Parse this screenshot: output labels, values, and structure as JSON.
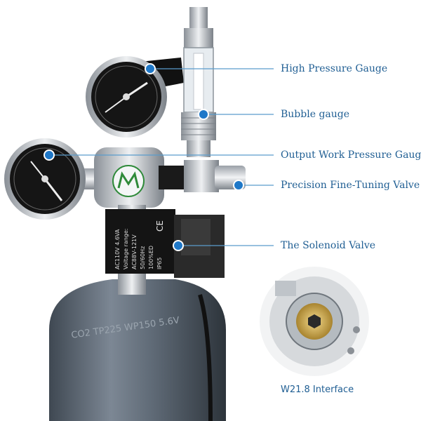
{
  "callouts": [
    {
      "label": "High Pressure Gauge"
    },
    {
      "label": "Bubble gauge"
    },
    {
      "label": "Output Work Pressure Gauge"
    },
    {
      "label": "Precision Fine-Tuning Valve"
    },
    {
      "label": "The Solenoid Valve"
    }
  ],
  "interface_label": "W21.8 Interface",
  "colors": {
    "callout_line": "#5a9ccc",
    "callout_dot": "#1f78c8",
    "label_text": "#1f5e93",
    "cylinder": "#5b6673",
    "metal": "#c8ccd2",
    "brass": "#c9a24a"
  },
  "icons": [
    "logo-m-icon",
    "ce-mark-icon"
  ]
}
